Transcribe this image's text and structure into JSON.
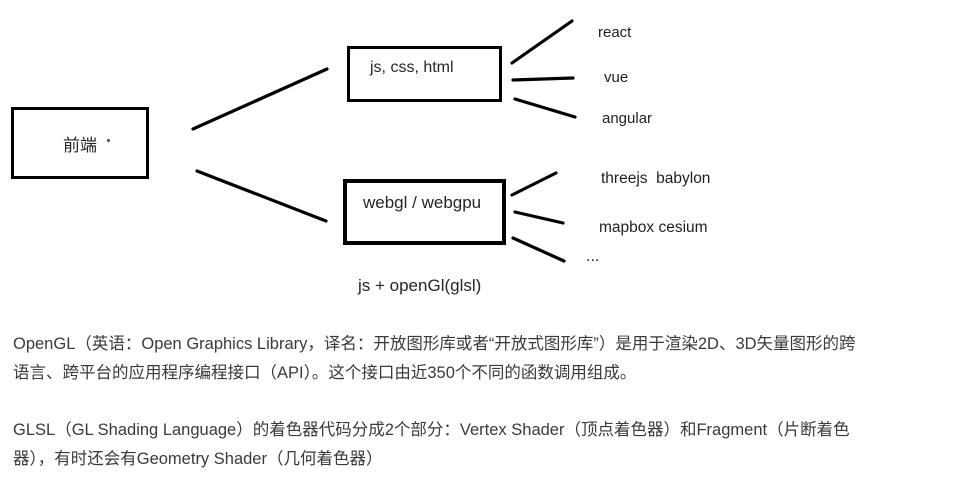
{
  "colors": {
    "background": "#ffffff",
    "line": "#000000",
    "node_text": "#262626",
    "paragraph_text": "#3a3a3a"
  },
  "diagram": {
    "root": {
      "label": "前端",
      "dot": "·"
    },
    "branches": [
      {
        "label": "js, css, html",
        "children": [
          "react",
          "vue",
          "angular"
        ]
      },
      {
        "label": "webgl / webgpu",
        "children": [
          "threejs  babylon",
          "mapbox cesium",
          "..."
        ],
        "caption": "js + openGl(glsl)"
      }
    ]
  },
  "paragraphs": [
    {
      "lines": [
        "OpenGL（英语：Open Graphics Library，译名：开放图形库或者“开放式图形库”）是用于渲染2D、3D矢量图形的跨",
        "语言、跨平台的应用程序编程接口（API）。这个接口由近350个不同的函数调用组成。"
      ]
    },
    {
      "lines": [
        "GLSL（GL Shading Language）的着色器代码分成2个部分：Vertex Shader（顶点着色器）和Fragment（片断着色",
        "器），有时还会有Geometry Shader（几何着色器）"
      ]
    }
  ]
}
